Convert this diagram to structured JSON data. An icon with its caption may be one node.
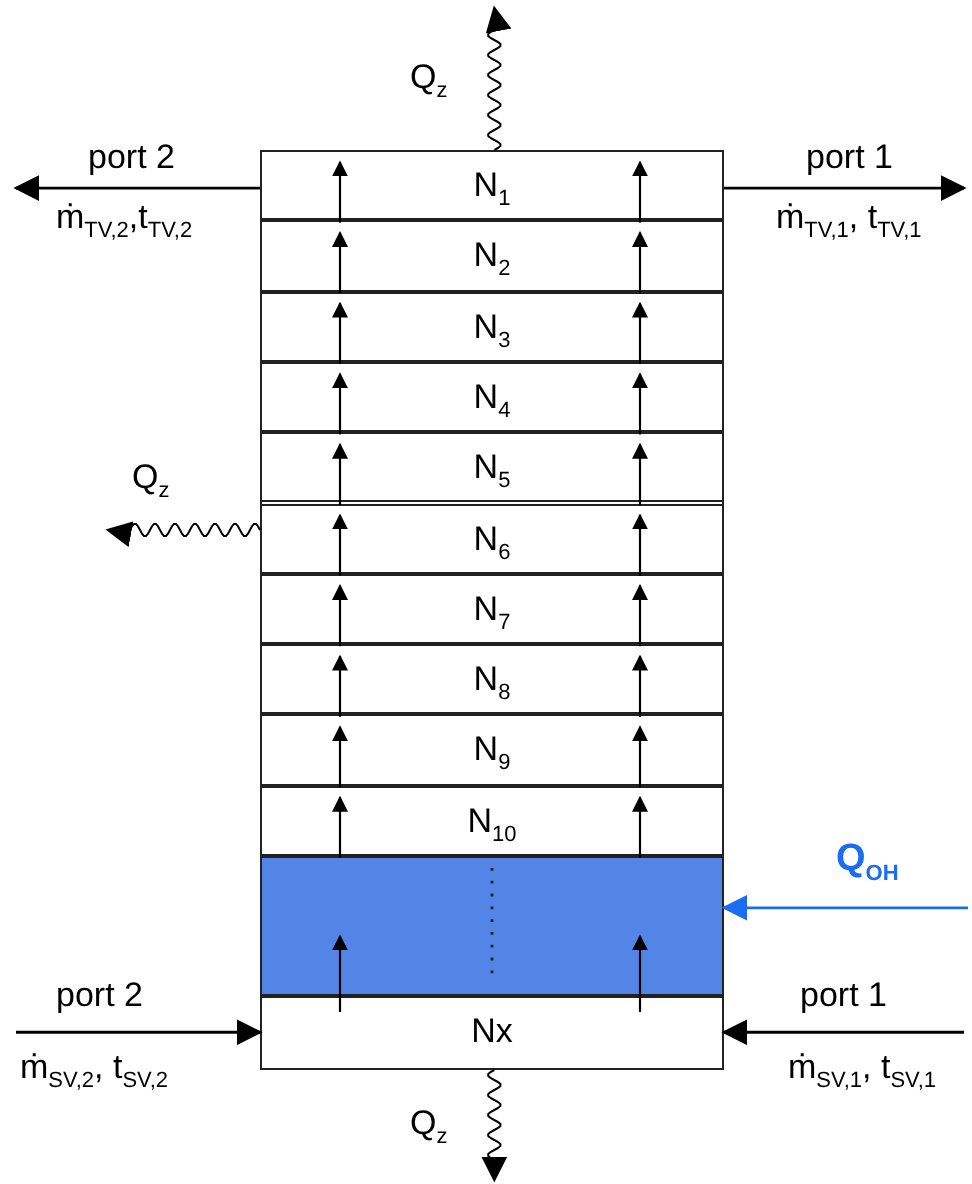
{
  "diagram": {
    "nodes": [
      {
        "text": [],
        "shape": "box"
      },
      {
        "text": [
          "N$_{1}$"
        ],
        "in": 0
      },
      {
        "text": [
          "N$_{2}$"
        ],
        "in": 0
      },
      {
        "text": [
          "N$_{3}$"
        ],
        "in": 0
      },
      {
        "text": [
          "N$_{4}$"
        ],
        "in": 0
      },
      {
        "text": [
          "N$_{5}$"
        ],
        "in": 0
      },
      {
        "text": [
          "N$_{6}$"
        ],
        "in": 0
      },
      {
        "text": [
          "N$_{7}$"
        ],
        "in": 0
      },
      {
        "text": [
          "N$_{8}$"
        ],
        "in": 0
      },
      {
        "text": [
          "N$_{9}$"
        ],
        "in": 0
      },
      {
        "text": [
          "N$_{10}$"
        ],
        "in": 0
      },
      {
        "text": [],
        "shape": "box",
        "in": 0
      },
      {
        "text": [
          "Nx"
        ],
        "in": 0
      }
    ],
    "edges": [
      {
        "from": 0,
        "to": null,
        "arrow": "to",
        "label": "Q$_{z}$"
      },
      {
        "from": 1,
        "to": null,
        "arrow": "to",
        "label": "port 2"
      },
      {
        "from": 1,
        "to": null,
        "arrow": "to",
        "label": "port 1"
      },
      {
        "from": 0,
        "to": null,
        "arrow": "to",
        "label": "Q$_{z}$"
      },
      {
        "from": null,
        "to": 11,
        "arrow": "to",
        "label": "Q$_{OH}$",
        "color": "#1a6cf0"
      },
      {
        "from": null,
        "to": 12,
        "arrow": "to",
        "label": "port 2"
      },
      {
        "from": null,
        "to": 12,
        "arrow": "to",
        "label": "port 1"
      },
      {
        "from": 0,
        "to": null,
        "arrow": "to",
        "label": "Q$_{z}$"
      },
      {
        "from": 2,
        "to": 1,
        "arrow": "to"
      },
      {
        "from": 2,
        "to": 1,
        "arrow": "to"
      },
      {
        "from": 3,
        "to": 2,
        "arrow": "to"
      },
      {
        "from": 3,
        "to": 2,
        "arrow": "to"
      },
      {
        "from": 4,
        "to": 3,
        "arrow": "to"
      },
      {
        "from": 4,
        "to": 3,
        "arrow": "to"
      },
      {
        "from": 5,
        "to": 4,
        "arrow": "to"
      },
      {
        "from": 5,
        "to": 4,
        "arrow": "to"
      },
      {
        "from": 6,
        "to": 5,
        "arrow": "to"
      },
      {
        "from": 6,
        "to": 5,
        "arrow": "to"
      },
      {
        "from": 7,
        "to": 6,
        "arrow": "to"
      },
      {
        "from": 7,
        "to": 6,
        "arrow": "to"
      },
      {
        "from": 8,
        "to": 7,
        "arrow": "to"
      },
      {
        "from": 8,
        "to": 7,
        "arrow": "to"
      },
      {
        "from": 9,
        "to": 8,
        "arrow": "to"
      },
      {
        "from": 9,
        "to": 8,
        "arrow": "to"
      },
      {
        "from": 10,
        "to": 9,
        "arrow": "to"
      },
      {
        "from": 10,
        "to": 9,
        "arrow": "to"
      },
      {
        "from": 11,
        "to": 10,
        "arrow": "to"
      },
      {
        "from": 11,
        "to": 10,
        "arrow": "to"
      },
      {
        "from": 12,
        "to": 11,
        "arrow": "to"
      },
      {
        "from": 12,
        "to": 11,
        "arrow": "to"
      }
    ],
    "labels": [
      "ṁ$_{TV,2}$,t$_{TV,2}$",
      "ṁ$_{TV,1}$, t$_{TV,1}$",
      "ṁ$_{SV,2}$, t$_{SV,2}$",
      "ṁ$_{SV,1}$, t$_{SV,1}$"
    ]
  }
}
